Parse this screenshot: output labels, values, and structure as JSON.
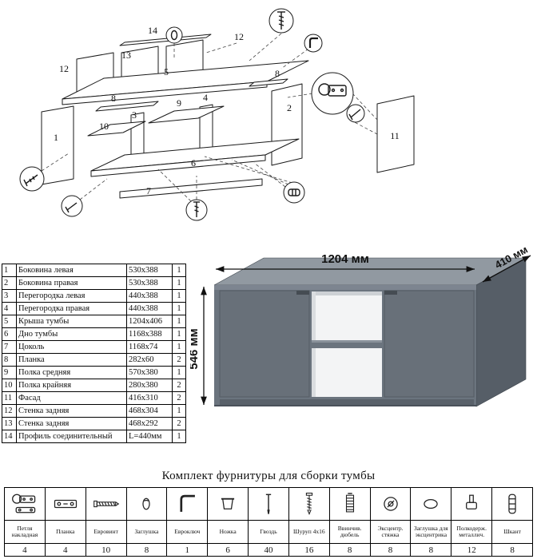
{
  "diagram": {
    "part_labels": [
      "14",
      "13",
      "12",
      "12",
      "5",
      "8",
      "8",
      "9",
      "3",
      "4",
      "1",
      "2",
      "10",
      "6",
      "7",
      "11"
    ]
  },
  "parts_table": {
    "rows": [
      {
        "num": "1",
        "name": "Боковина левая",
        "size": "530x388",
        "qty": "1"
      },
      {
        "num": "2",
        "name": "Боковина правая",
        "size": "530x388",
        "qty": "1"
      },
      {
        "num": "3",
        "name": "Перегородка левая",
        "size": "440x388",
        "qty": "1"
      },
      {
        "num": "4",
        "name": "Перегородка правая",
        "size": "440x388",
        "qty": "1"
      },
      {
        "num": "5",
        "name": "Крыша тумбы",
        "size": "1204x406",
        "qty": "1"
      },
      {
        "num": "6",
        "name": "Дно тумбы",
        "size": "1168x388",
        "qty": "1"
      },
      {
        "num": "7",
        "name": "Цоколь",
        "size": "1168x74",
        "qty": "1"
      },
      {
        "num": "8",
        "name": "Планка",
        "size": "282x60",
        "qty": "2"
      },
      {
        "num": "9",
        "name": "Полка средняя",
        "size": "570x380",
        "qty": "1"
      },
      {
        "num": "10",
        "name": "Полка крайняя",
        "size": "280x380",
        "qty": "2"
      },
      {
        "num": "11",
        "name": "Фасад",
        "size": "416x310",
        "qty": "2"
      },
      {
        "num": "12",
        "name": "Стенка задняя",
        "size": "468x304",
        "qty": "1"
      },
      {
        "num": "13",
        "name": "Стенка задняя",
        "size": "468x292",
        "qty": "2"
      },
      {
        "num": "14",
        "name": "Профиль соединительный",
        "size": "L=440мм",
        "qty": "1"
      }
    ]
  },
  "dimensions": {
    "width": "1204 мм",
    "depth": "410 мм",
    "height": "546 мм"
  },
  "hardware": {
    "title": "Комплект фурнитуры для сборки тумбы",
    "items": [
      {
        "icon": "hinge-icon",
        "name": "Петля накладная",
        "qty": "4"
      },
      {
        "icon": "plate-icon",
        "name": "Планка",
        "qty": "4"
      },
      {
        "icon": "euro-screw-icon",
        "name": "Евровинт",
        "qty": "10"
      },
      {
        "icon": "cap-icon",
        "name": "Заглушка",
        "qty": "8"
      },
      {
        "icon": "hex-key-icon",
        "name": "Евроключ",
        "qty": "1"
      },
      {
        "icon": "foot-icon",
        "name": "Ножка",
        "qty": "6"
      },
      {
        "icon": "nail-icon",
        "name": "Гвоздь",
        "qty": "40"
      },
      {
        "icon": "screw-icon",
        "name": "Шуруп 4x16",
        "qty": "16"
      },
      {
        "icon": "screw-dowel-icon",
        "name": "Ввинчив. дюбель",
        "qty": "8"
      },
      {
        "icon": "cam-lock-icon",
        "name": "Эксцентр. стяжка",
        "qty": "8"
      },
      {
        "icon": "cam-cover-icon",
        "name": "Заглушка для эксцентрика",
        "qty": "8"
      },
      {
        "icon": "shelf-pin-icon",
        "name": "Полкодерж. металлич.",
        "qty": "12"
      },
      {
        "icon": "dowel-icon",
        "name": "Шкант",
        "qty": "8"
      }
    ]
  },
  "colors": {
    "cabinet_front": "#6b747e",
    "cabinet_top": "#9199a1",
    "cabinet_side": "#565e67",
    "cabinet_interior": "#f3f4f5",
    "line": "#1a1a1a"
  }
}
